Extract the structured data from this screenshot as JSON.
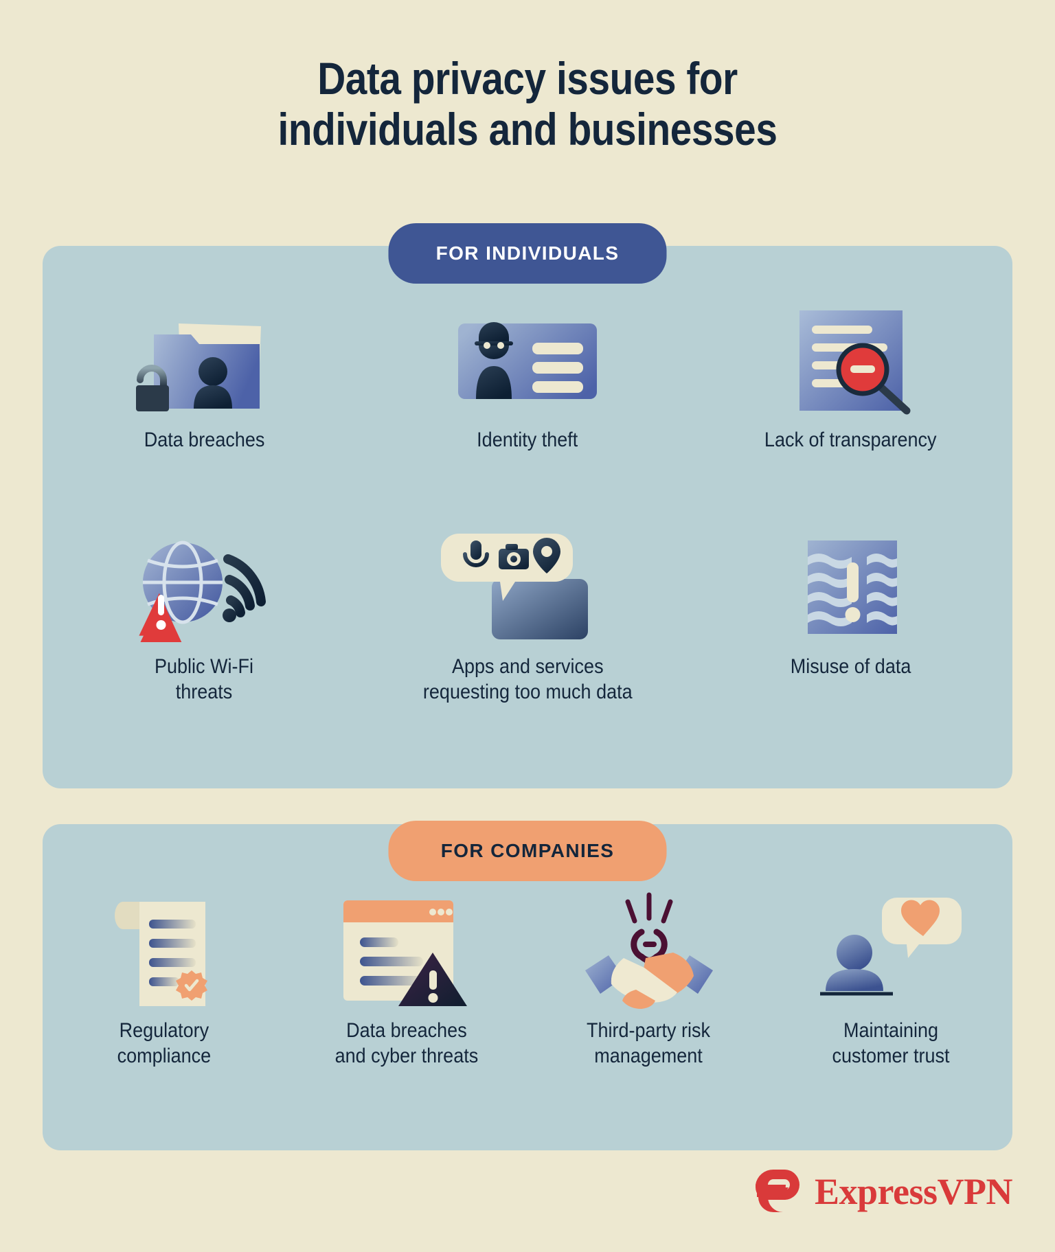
{
  "title": "Data privacy issues for individuals and businesses",
  "title_line1": "Data privacy issues for",
  "title_line2": "individuals and businesses",
  "colors": {
    "background": "#EDE8D0",
    "panel": "#B8D0D4",
    "badge_individuals": "#3F5694",
    "badge_companies": "#F0A071",
    "text_dark": "#14263B",
    "accent_red": "#D93A3A",
    "logo_red": "#D93A3A",
    "cream": "#EDE8D0",
    "icon_blue_light": "#9FB3D1",
    "icon_blue_dark": "#4A5F9E"
  },
  "sections": [
    {
      "id": "individuals",
      "badge": "FOR INDIVIDUALS",
      "items": [
        {
          "label": "Data breaches",
          "icon": "folder-person-unlocked-icon"
        },
        {
          "label": "Identity theft",
          "icon": "id-card-thief-icon"
        },
        {
          "label": "Lack of transparency",
          "icon": "document-magnifier-deny-icon"
        },
        {
          "label": "Public Wi-Fi\nthreats",
          "icon": "globe-wifi-warning-icon"
        },
        {
          "label": "Apps and services\nrequesting too much data",
          "icon": "phone-permissions-bubble-icon"
        },
        {
          "label": "Misuse of data",
          "icon": "shredded-document-alert-icon"
        }
      ]
    },
    {
      "id": "companies",
      "badge": "FOR COMPANIES",
      "items": [
        {
          "label": "Regulatory\ncompliance",
          "icon": "scroll-seal-icon"
        },
        {
          "label": "Data breaches\nand cyber threats",
          "icon": "browser-window-alert-icon"
        },
        {
          "label": "Third-party risk\nmanagement",
          "icon": "handshake-broken-link-icon"
        },
        {
          "label": "Maintaining\ncustomer trust",
          "icon": "person-heart-bubble-icon"
        }
      ]
    }
  ],
  "logo": {
    "wordmark": "ExpressVPN",
    "mark": "expressvpn-e-mark-icon"
  }
}
